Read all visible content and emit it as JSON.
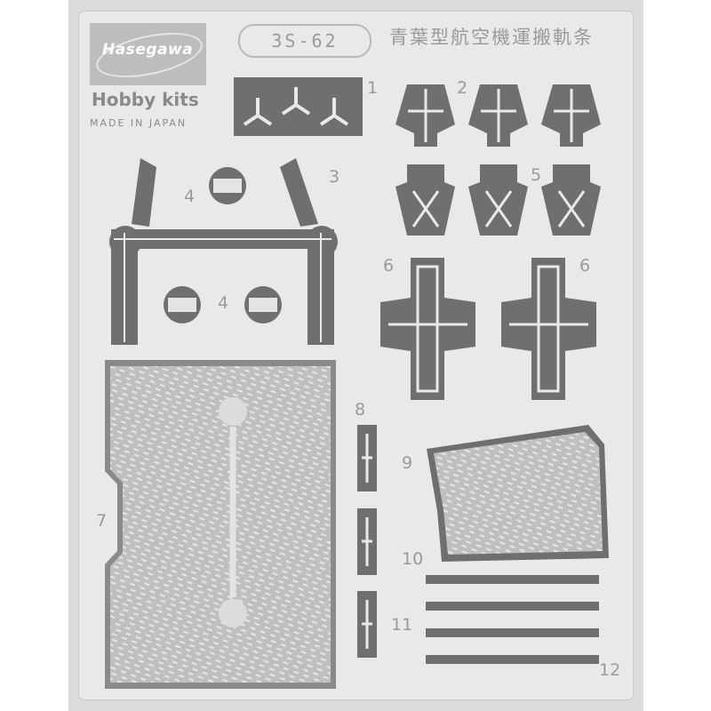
{
  "brand": {
    "name": "Hasegawa",
    "tagline": "Hobby kits",
    "origin": "MADE IN JAPAN"
  },
  "sheet": {
    "code": "3S-62",
    "title_jp": "青葉型航空機運搬軌条"
  },
  "part_numbers": [
    "1",
    "2",
    "3",
    "4",
    "4",
    "5",
    "6",
    "6",
    "7",
    "8",
    "9",
    "10",
    "11",
    "12"
  ],
  "colors": {
    "fret": "#dcdcdc",
    "sheet": "#e9e9e9",
    "part": "#6f6f6f",
    "label": "#9a9a9a"
  }
}
